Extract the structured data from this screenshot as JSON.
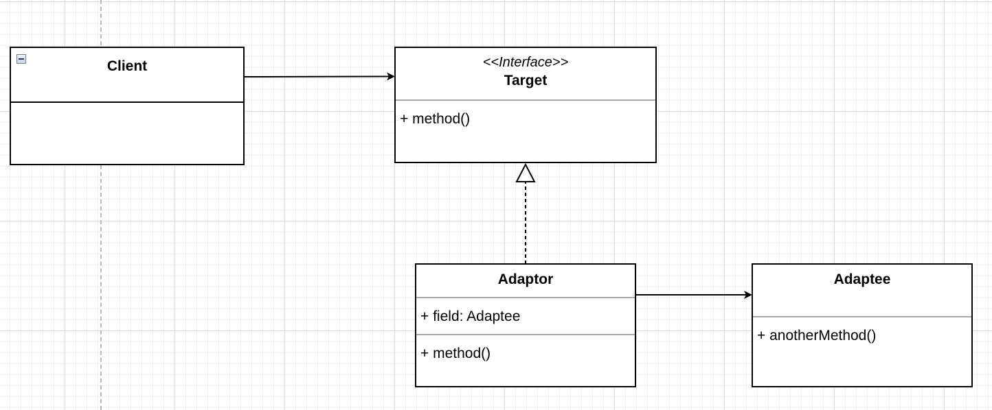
{
  "classes": {
    "client": {
      "name": "Client"
    },
    "target": {
      "stereotype": "<<Interface>>",
      "name": "Target",
      "methods": [
        "+ method()"
      ]
    },
    "adaptor": {
      "name": "Adaptor",
      "fields": [
        "+ field: Adaptee"
      ],
      "methods": [
        "+ method()"
      ]
    },
    "adaptee": {
      "name": "Adaptee",
      "methods": [
        "+ anotherMethod()"
      ]
    }
  },
  "relations": [
    {
      "from": "Client",
      "to": "Target",
      "type": "association"
    },
    {
      "from": "Adaptor",
      "to": "Target",
      "type": "realization"
    },
    {
      "from": "Adaptor",
      "to": "Adaptee",
      "type": "association"
    }
  ]
}
